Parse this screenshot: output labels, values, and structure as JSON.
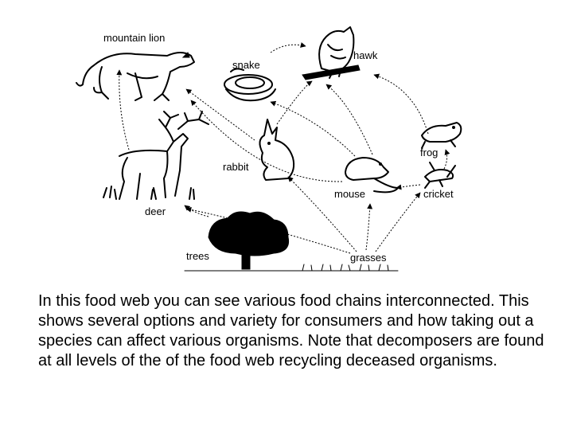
{
  "organisms": {
    "mountain_lion": "mountain lion",
    "snake": "snake",
    "hawk": "hawk",
    "deer": "deer",
    "rabbit": "rabbit",
    "frog": "frog",
    "mouse": "mouse",
    "cricket": "cricket",
    "trees": "trees",
    "grasses": "grasses"
  },
  "caption": "In this food web you can see various food chains interconnected.  This shows several options and variety for consumers and how taking out a species can affect various organisms.  Note that decomposers are found at all levels of the of the food web recycling deceased organisms."
}
